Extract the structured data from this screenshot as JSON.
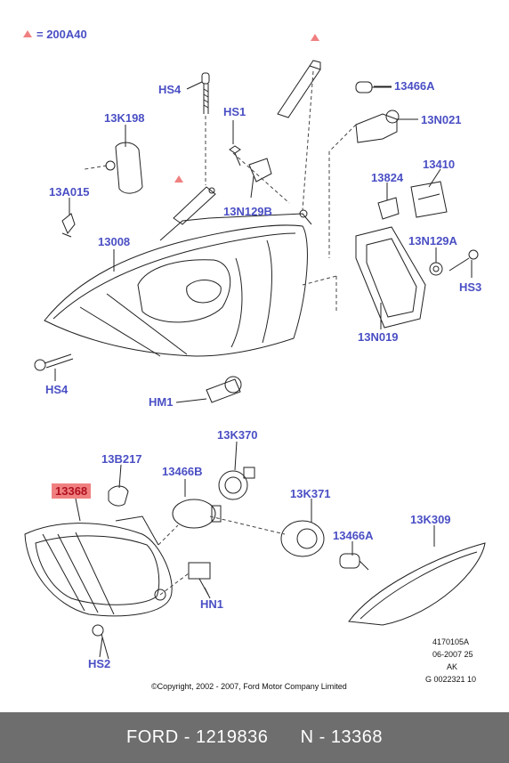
{
  "legend": {
    "symbol": "triangle-icon",
    "text": "= 200A40",
    "color": "#f08080"
  },
  "labels": {
    "HS4_top": "HS4",
    "HS1": "HS1",
    "13466A_top": "13466A",
    "13N021": "13N021",
    "13K198": "13K198",
    "13824": "13824",
    "13410": "13410",
    "13A015": "13A015",
    "13N129B": "13N129B",
    "13008": "13008",
    "13N129A": "13N129A",
    "HS3": "HS3",
    "13N019": "13N019",
    "HS4_bottom": "HS4",
    "HM1": "HM1",
    "13K370": "13K370",
    "13B217": "13B217",
    "13466B": "13466B",
    "13368": "13368",
    "13K371": "13K371",
    "13466A_bottom": "13466A",
    "13K309": "13K309",
    "HN1": "HN1",
    "HS2": "HS2"
  },
  "highlight_color": "#f08080",
  "label_color": "#4a4fc4",
  "ref": {
    "line1": "4170105A",
    "line2": "06-2007 25",
    "line3": "AK",
    "line4": "G 0022321 10"
  },
  "copyright": "©Copyright, 2002 - 2007, Ford Motor Company Limited",
  "footer": {
    "text": "FORD - 1219836      N - 13368",
    "background": "#6e6e6e"
  }
}
